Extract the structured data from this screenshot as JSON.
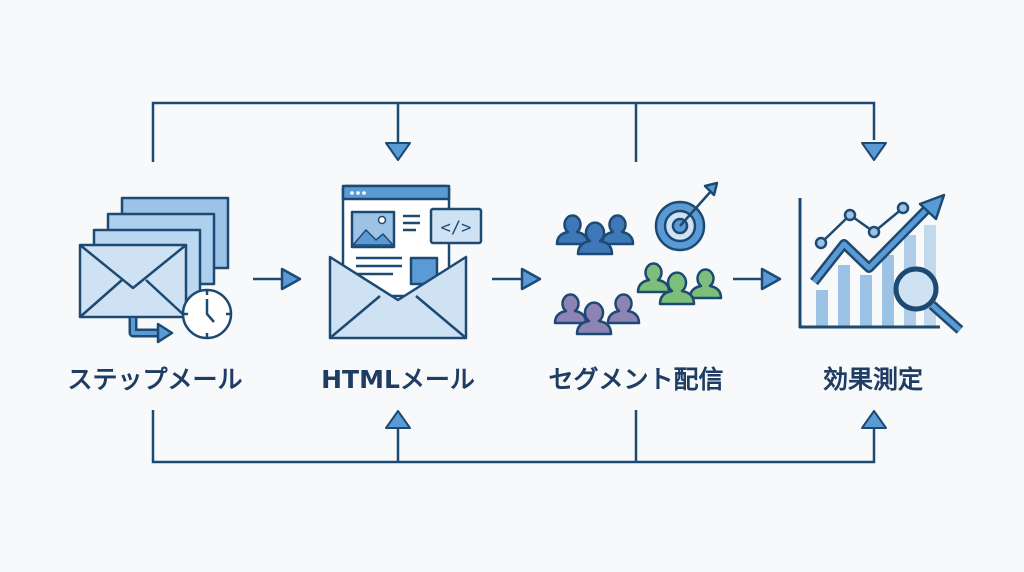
{
  "steps": [
    {
      "label": "ステップメール",
      "icon": "step-mail-icon"
    },
    {
      "label": "HTMLメール",
      "icon": "html-mail-icon"
    },
    {
      "label": "セグメント配信",
      "icon": "segment-delivery-icon"
    },
    {
      "label": "効果測定",
      "icon": "analytics-icon"
    }
  ],
  "html_icon_code": "</>",
  "colors": {
    "line": "#1d4a72",
    "fill": "#cfe2f3",
    "accent": "#5b9bd5",
    "green": "#7dbf7a",
    "purple": "#8e83b5"
  }
}
